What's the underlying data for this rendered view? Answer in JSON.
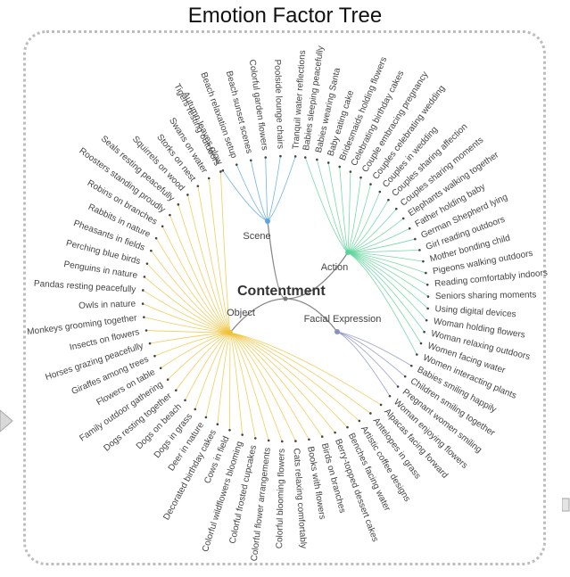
{
  "title": "Emotion Factor Tree",
  "root": "Contentment",
  "colors": {
    "Scene": "#5aa6e0",
    "Action": "#5ed49a",
    "Facial Expression": "#8a8fc6",
    "Object": "#f0c33c",
    "trunk": "#888888",
    "text": "#444444"
  },
  "branches": [
    {
      "name": "Scene",
      "leaves": [
        "Autumn leaves glow",
        "Beach relaxation setup",
        "Beach sunset scenes",
        "Colorful garden flowers",
        "Poolside lounge chairs",
        "Tranquil water reflections"
      ]
    },
    {
      "name": "Action",
      "leaves": [
        "Babies sleeping peacefully",
        "Babies wearing Santa",
        "Baby eating cake",
        "Bridesmaids holding flowers",
        "Celebrating birthday cakes",
        "Couple embracing pregnancy",
        "Couples celebrating wedding",
        "Couples in wedding",
        "Couples sharing affection",
        "Couples sharing moments",
        "Elephants walking together",
        "Father holding baby",
        "German Shepherd lying",
        "Girl reading outdoors",
        "Mother bonding child",
        "Pigeons walking outdoors",
        "Reading comfortably indoors",
        "Seniors sharing moments",
        "Using digital devices",
        "Woman holding flowers",
        "Woman relaxing outdoors",
        "Women facing water",
        "Women interacting plants"
      ]
    },
    {
      "name": "Facial Expression",
      "leaves": [
        "Babies smiling happily",
        "Children smiling together",
        "Pregnant women smiling",
        "Woman enjoying flowers"
      ]
    },
    {
      "name": "Object",
      "leaves": [
        "Alpacas facing forward",
        "Antelopes in grass",
        "Artistic coffee designs",
        "Benches facing water",
        "Berry-topped dessert cakes",
        "Birds on branches",
        "Books with flowers",
        "Cats relaxing comfortably",
        "Colorful blooming flowers",
        "Colorful flower arrangements",
        "Colorful frosted cupcakes",
        "Colorful wildflowers blooming",
        "Cows in field",
        "Decorated birthday cakes",
        "Deer in nature",
        "Dogs in grass",
        "Dogs on beach",
        "Dogs resting together",
        "Family outdoor gathering",
        "Flowers on table",
        "Giraffes among trees",
        "Horses grazing peacefully",
        "Insects on flowers",
        "Monkeys grooming together",
        "Owls in nature",
        "Pandas resting peacefully",
        "Penguins in nature",
        "Perching blue birds",
        "Pheasants in fields",
        "Rabbits in nature",
        "Robins on branches",
        "Roosters standing proudly",
        "Seals resting peacefully",
        "Squirrels on wood",
        "Storks on nest",
        "Swans on water",
        "Tigers resting outdoors"
      ]
    }
  ]
}
